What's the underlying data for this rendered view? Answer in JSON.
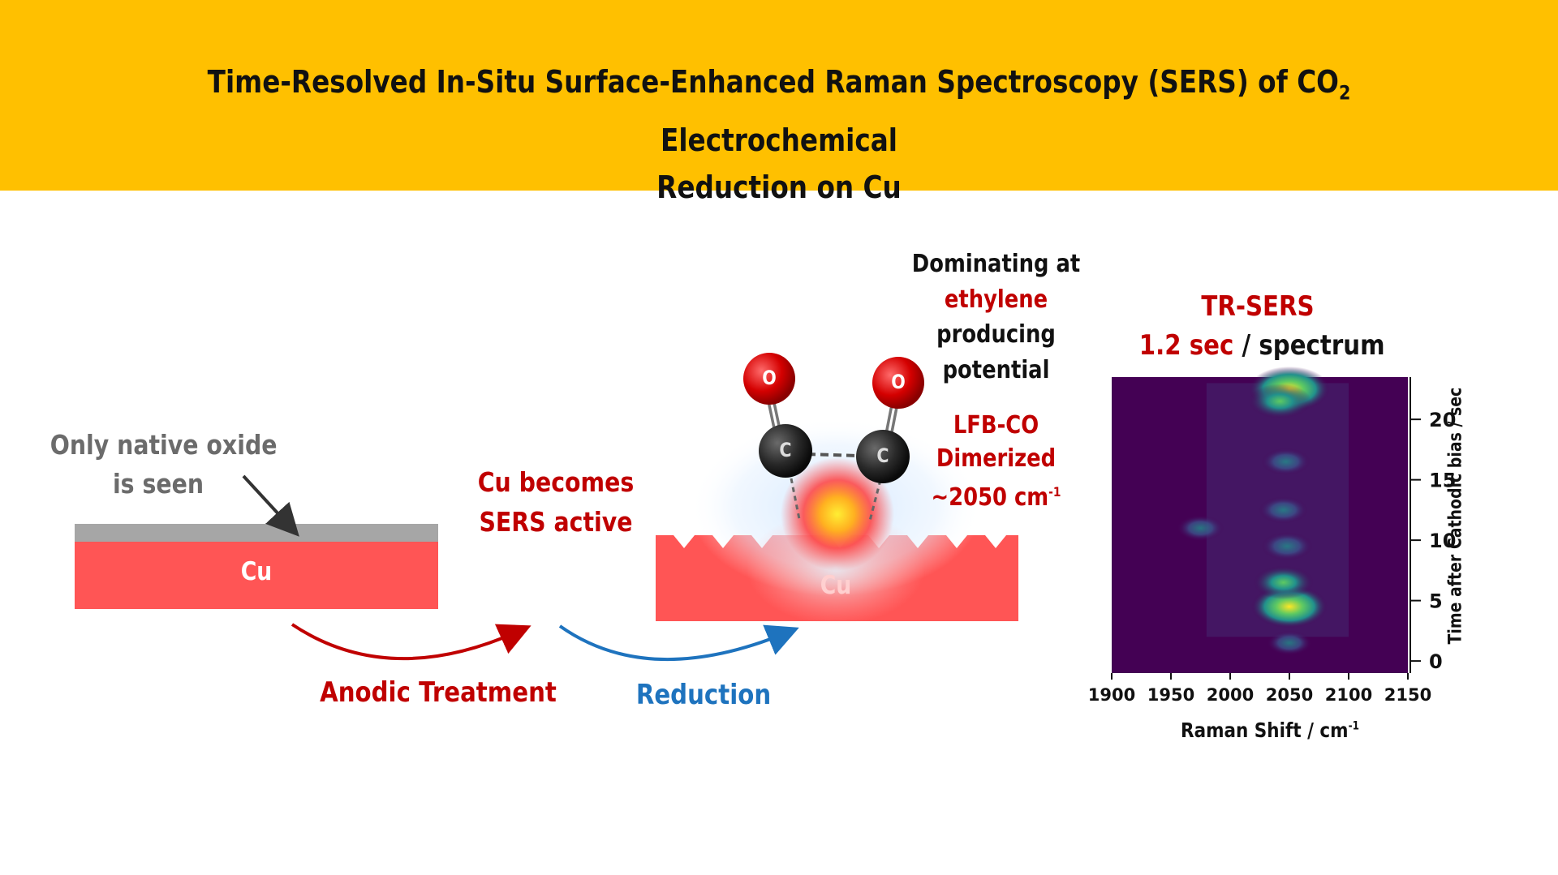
{
  "title": {
    "line1_pre": "Time-Resolved In-Situ Surface-Enhanced Raman Spectroscopy (SERS) of CO",
    "line1_sub": "2",
    "line1_post": " Electrochemical",
    "line2": "Reduction on Cu"
  },
  "left_panel": {
    "oxide_label_line1": "Only native oxide",
    "oxide_label_line2": "is seen",
    "cu_label": "Cu"
  },
  "middle": {
    "active_label_line1": "Cu becomes",
    "active_label_line2": "SERS active",
    "anodic_label": "Anodic Treatment",
    "reduction_label": "Reduction"
  },
  "right_panel": {
    "cu_label": "Cu",
    "atom_o": "O",
    "atom_c": "C",
    "dominating_lines": [
      "Dominating at",
      "ethylene",
      "producing",
      "potential"
    ],
    "lfb_lines": [
      "LFB-CO",
      "Dimerized",
      "~2050 cm"
    ],
    "lfb_sup": "-1"
  },
  "chart_data": {
    "type": "heatmap",
    "title_line1": "TR-SERS",
    "title_line2_red": "1.2 sec",
    "title_line2_black": " / spectrum",
    "xlabel": "Raman Shift / cm",
    "xlabel_sup": "-1",
    "ylabel": "Time after Cathodic bias / sec",
    "xlim": [
      1900,
      2150
    ],
    "ylim": [
      -1,
      23.5
    ],
    "x_ticks": [
      1900,
      1950,
      2000,
      2050,
      2100,
      2150
    ],
    "y_ticks": [
      0,
      5,
      10,
      15,
      20
    ],
    "hotspots": [
      {
        "x": 2050,
        "y": 22.5,
        "intensity": 1.0
      },
      {
        "x": 2042,
        "y": 21.5,
        "intensity": 0.6
      },
      {
        "x": 2050,
        "y": 4.5,
        "intensity": 0.9
      },
      {
        "x": 2045,
        "y": 6.5,
        "intensity": 0.55
      },
      {
        "x": 2048,
        "y": 9.5,
        "intensity": 0.35
      },
      {
        "x": 2045,
        "y": 12.5,
        "intensity": 0.3
      },
      {
        "x": 2047,
        "y": 16.5,
        "intensity": 0.3
      },
      {
        "x": 1975,
        "y": 11,
        "intensity": 0.25
      },
      {
        "x": 2050,
        "y": 1.5,
        "intensity": 0.2
      }
    ],
    "colormap": [
      "#440154",
      "#3b528b",
      "#21918c",
      "#5ec962",
      "#fde725"
    ]
  }
}
